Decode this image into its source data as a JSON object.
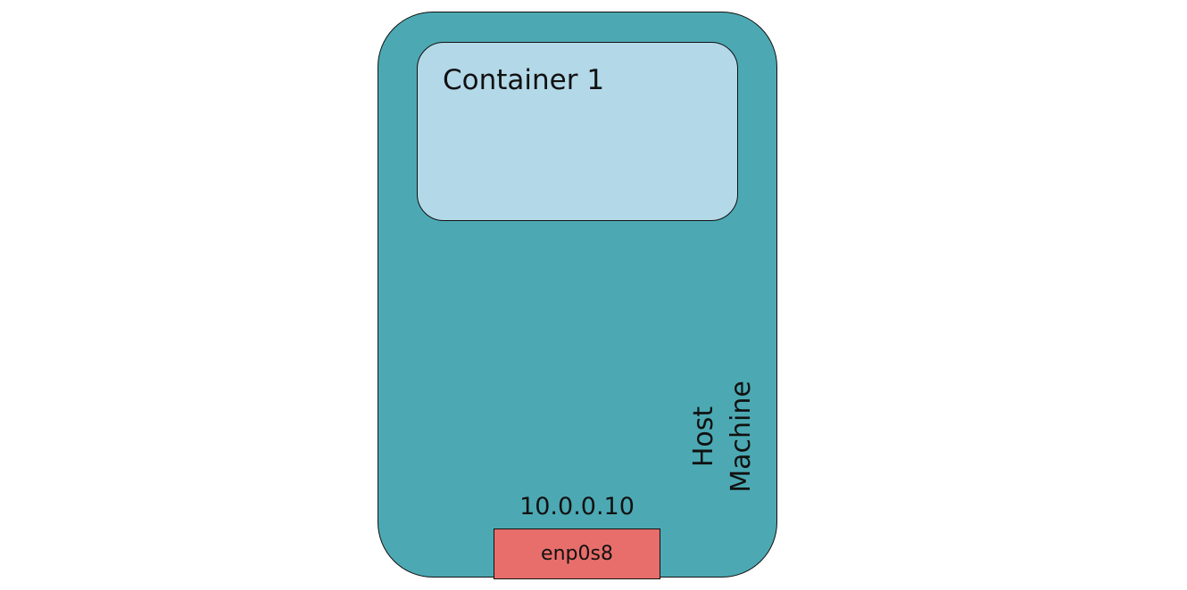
{
  "host": {
    "label_line1": "Host",
    "label_line2": "Machine",
    "color": "#4ca9b3"
  },
  "container": {
    "label": "Container 1",
    "color": "#b3d8e8"
  },
  "interface": {
    "name": "enp0s8",
    "ip": "10.0.0.10",
    "color": "#e76e6a"
  }
}
